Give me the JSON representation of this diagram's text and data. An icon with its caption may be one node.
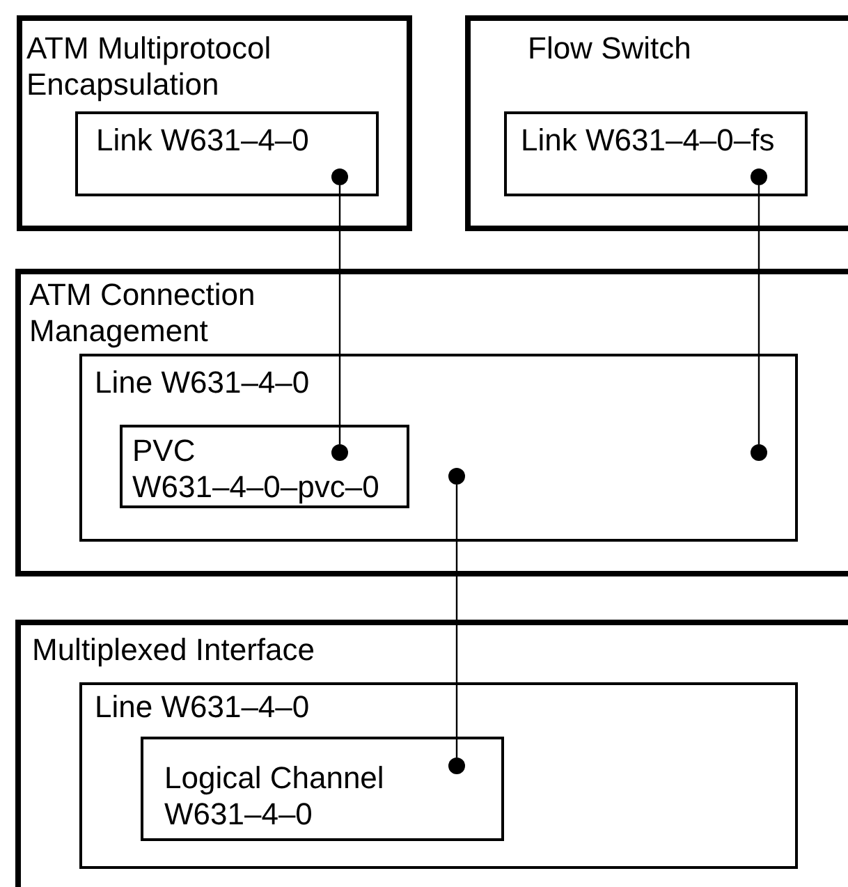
{
  "diagram": {
    "nodes": [
      {
        "text": [
          "ATM Multiprotocol Encapsulation"
        ]
      },
      {
        "text": [
          "Link W631–4–0"
        ],
        "in": 0
      },
      {
        "text": [],
        "shape": "circle",
        "in": 1
      },
      {
        "text": [
          "Flow Switch"
        ]
      },
      {
        "text": [
          "Link W631–4–0–fs"
        ],
        "in": 3
      },
      {
        "text": [],
        "shape": "circle",
        "in": 4
      },
      {
        "text": [
          "ATM Connection Management"
        ]
      },
      {
        "text": [
          "Line W631–4–0"
        ],
        "in": 6
      },
      {
        "text": [
          "PVC W631–4–0–pvc–0"
        ],
        "in": 7
      },
      {
        "text": [],
        "shape": "circle",
        "in": 8
      },
      {
        "text": [],
        "shape": "circle",
        "in": 7
      },
      {
        "text": [],
        "shape": "circle",
        "in": 7
      },
      {
        "text": [
          "Multiplexed Interface"
        ]
      },
      {
        "text": [
          "Line W631–4–0"
        ],
        "in": 12
      },
      {
        "text": [
          "Logical Channel W631–4–0"
        ],
        "in": 13
      },
      {
        "text": [],
        "shape": "circle",
        "in": 14
      }
    ],
    "edges": [
      {
        "from": 2,
        "to": 9,
        "arrow": "none"
      },
      {
        "from": 5,
        "to": 10,
        "arrow": "none"
      },
      {
        "from": 11,
        "to": 15,
        "arrow": "none"
      }
    ]
  }
}
